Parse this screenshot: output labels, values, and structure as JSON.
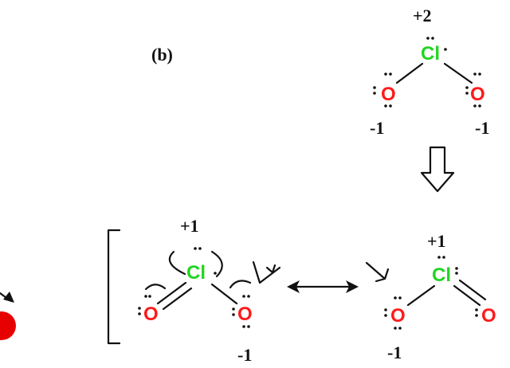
{
  "panel_label": "(b)",
  "colors": {
    "chlorine": "#22d422",
    "oxygen": "#ff1a1a",
    "bonds": "#111111"
  },
  "top_structure": {
    "charge_cl": "+2",
    "cl": "Cl",
    "o_left": "O",
    "o_right": "O",
    "charge_o_left": "-1",
    "charge_o_right": "-1"
  },
  "bottom_left_structure": {
    "charge_cl": "+1",
    "cl": "Cl",
    "o_left": "O",
    "o_right": "O",
    "charge_o_right": "-1"
  },
  "bottom_right_structure": {
    "charge_cl": "+1",
    "cl": "Cl",
    "o_left": "O",
    "o_right": "O",
    "charge_o_left": "-1"
  },
  "icons": [
    "hollow-down-arrow-icon",
    "double-headed-arrow-icon",
    "bracket-icon",
    "curved-arrow-icon"
  ]
}
